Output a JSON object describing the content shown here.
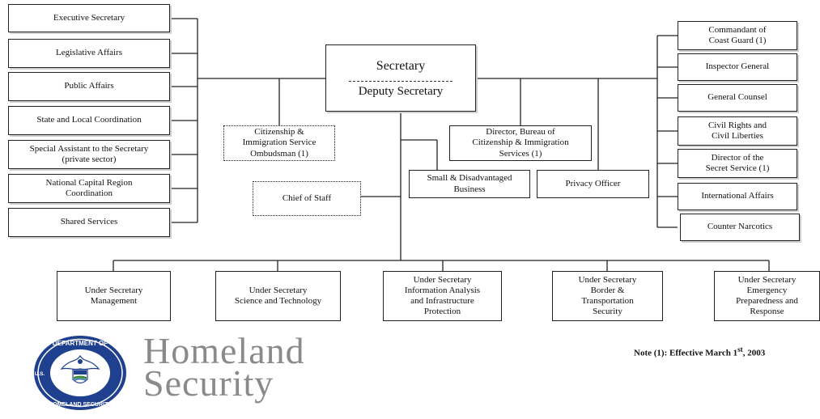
{
  "secretary": {
    "title": "Secretary",
    "deputy": "Deputy Secretary"
  },
  "left_staff": [
    "Executive Secretary",
    "Legislative Affairs",
    "Public Affairs",
    "State and Local Coordination",
    "Special Assistant to the Secretary\n(private sector)",
    "National Capital Region\nCoordination",
    "Shared Services"
  ],
  "right_staff": [
    "Commandant of\nCoast Guard  (1)",
    "Inspector General",
    "General Counsel",
    "Civil Rights and\nCivil Liberties",
    "Director of the\nSecret Service  (1)",
    "International Affairs",
    "Counter Narcotics"
  ],
  "middle_offices": {
    "ombudsman": "Citizenship &\nImmigration Service\nOmbudsman  (1)",
    "chief_of_staff": "Chief of Staff",
    "director_cis": "Director, Bureau of\nCitizenship & Immigration\nServices (1)",
    "small_business": "Small & Disadvantaged\nBusiness",
    "privacy_officer": "Privacy Officer"
  },
  "under_secretaries": [
    "Under Secretary\nManagement",
    "Under Secretary\nScience and Technology",
    "Under Secretary\nInformation Analysis\nand Infrastructure\nProtection",
    "Under Secretary\nBorder  &\nTransportation\nSecurity",
    "Under Secretary\nEmergency\nPreparedness and\nResponse"
  ],
  "note": {
    "text": "Note (1):  Effective March 1",
    "sup": "st",
    "year": ", 2003"
  },
  "logo": {
    "wordmark_line1": "Homeland",
    "wordmark_line2": "Security",
    "seal_text_top": "DEPARTMENT OF",
    "seal_text_bottom": "HOMELAND SECURITY",
    "seal_text_side": "U.S."
  },
  "colors": {
    "line": "#222222",
    "seal_blue": "#1f3f8f",
    "wordmark": "#8a8a8a"
  }
}
